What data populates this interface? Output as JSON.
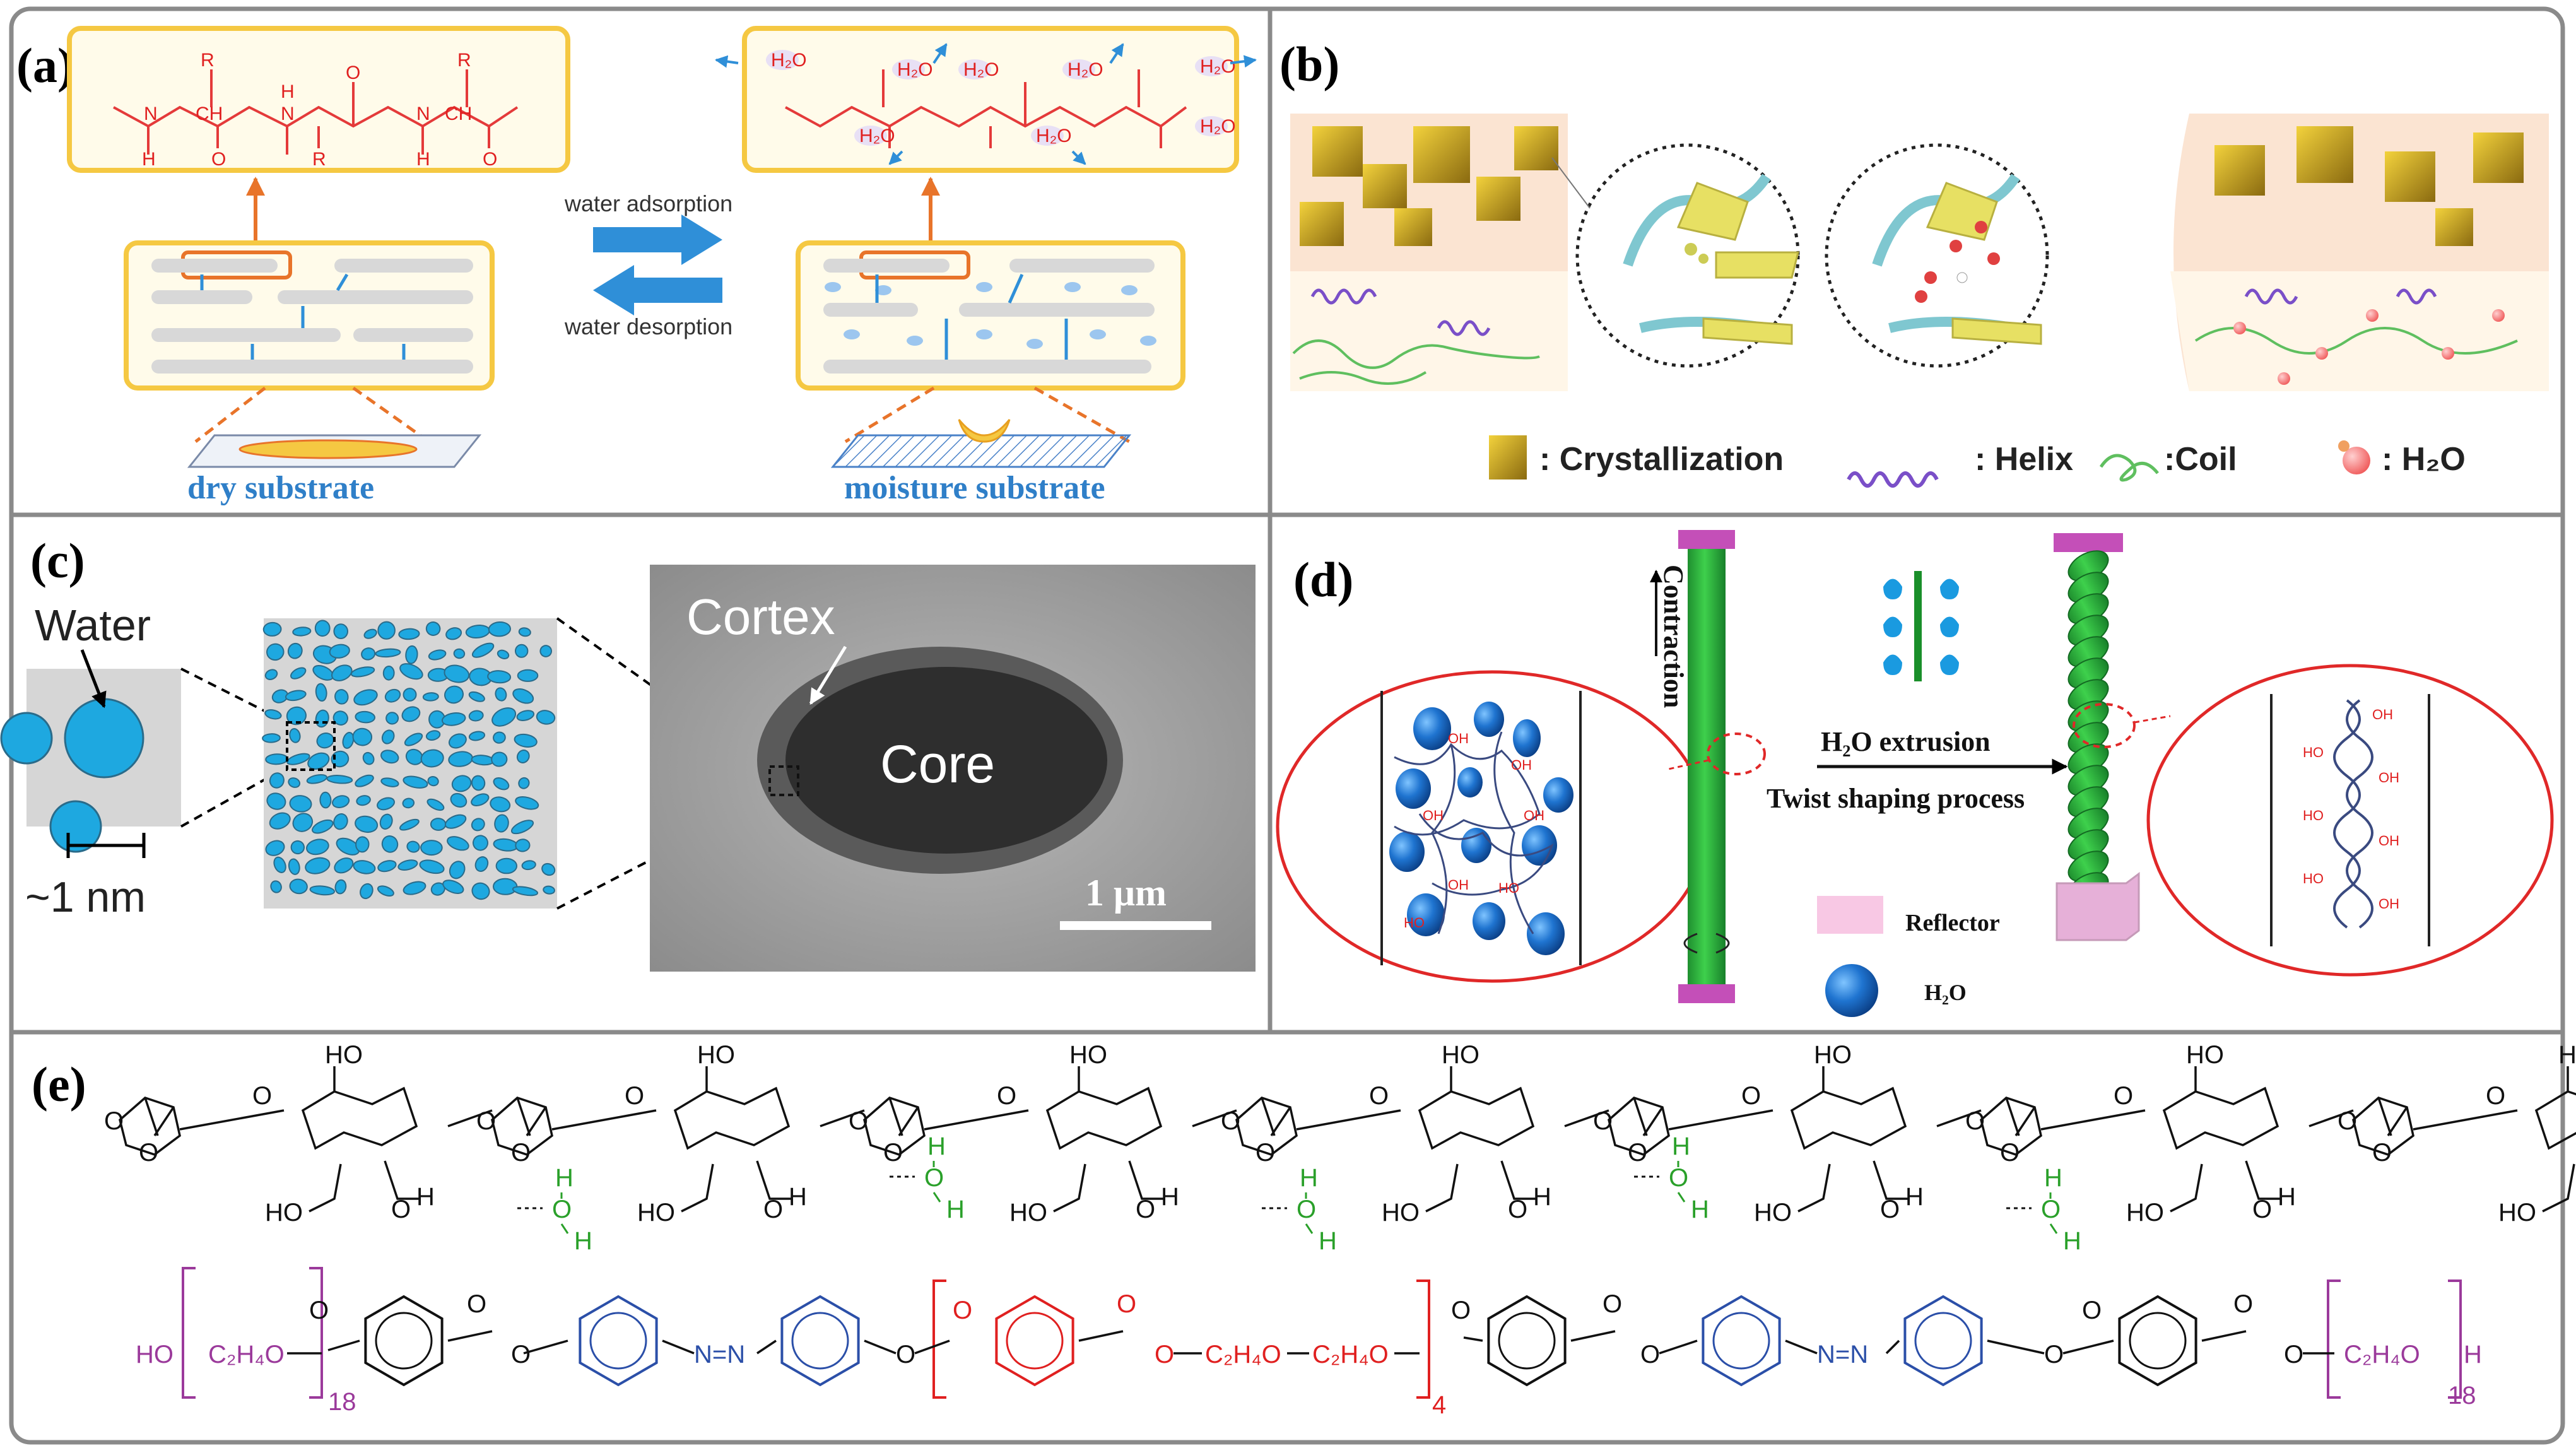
{
  "panels": {
    "a": {
      "label": "(a)",
      "arrow_top": "water adsorption",
      "arrow_bottom": "water desorption",
      "left_caption": "dry substrate",
      "right_caption": "moisture substrate",
      "chem_atoms": {
        "R1": "R",
        "R2": "R",
        "R3": "R",
        "N": "N",
        "H": "H",
        "O": "O",
        "CH": "CH",
        "water": "H₂O"
      },
      "colors": {
        "chain": "#e43a3a",
        "box": "#f5c842",
        "arrow": "#2f8fd8",
        "caption": "#2f7fc8",
        "dash": "#e8742a"
      }
    },
    "b": {
      "label": "(b)",
      "legend": [
        {
          "key": "crystallization",
          "text": ": Crystallization"
        },
        {
          "key": "helix",
          "text": ": Helix"
        },
        {
          "key": "coil",
          "text": ":Coil"
        },
        {
          "key": "water",
          "text": ": H₂O"
        }
      ]
    },
    "c": {
      "label": "(c)",
      "water_label": "Water",
      "scale_small": "~1 nm",
      "cortex_label": "Cortex",
      "core_label": "Core",
      "scale_bar": "1 μm"
    },
    "d": {
      "label": "(d)",
      "contraction": "Contraction",
      "extrusion": "H₂O extrusion",
      "twist": "Twist shaping process",
      "reflector": "Reflector",
      "water": "H₂O",
      "oh": "OH",
      "ho": "HO"
    },
    "e": {
      "label": "(e)",
      "ho": "HO",
      "o": "O",
      "h": "H",
      "end_left": "HO",
      "c2h4o": "C₂H₄O",
      "n18": "18",
      "n4": "4",
      "azo": "N=N",
      "h_end": "H"
    }
  }
}
